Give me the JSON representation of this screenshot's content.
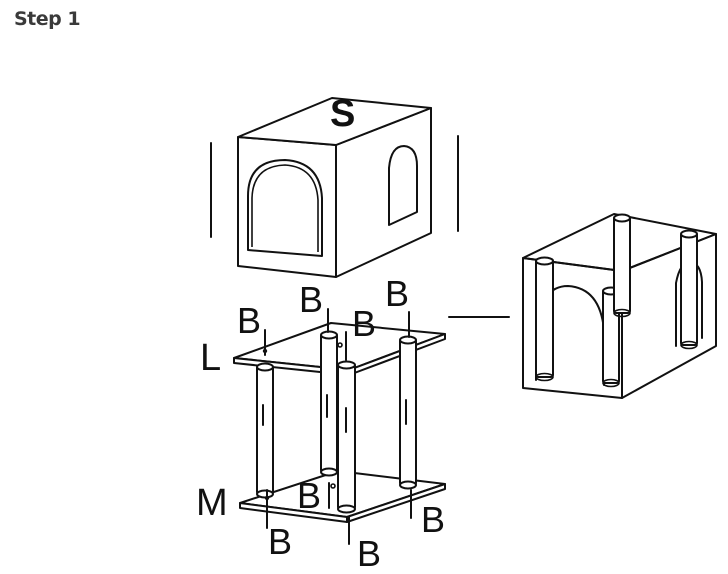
{
  "header": {
    "title": "Step 1"
  },
  "parts": {
    "top_box": "S",
    "upper_shelf": "L",
    "lower_shelf": "M"
  },
  "screw_label": "B"
}
